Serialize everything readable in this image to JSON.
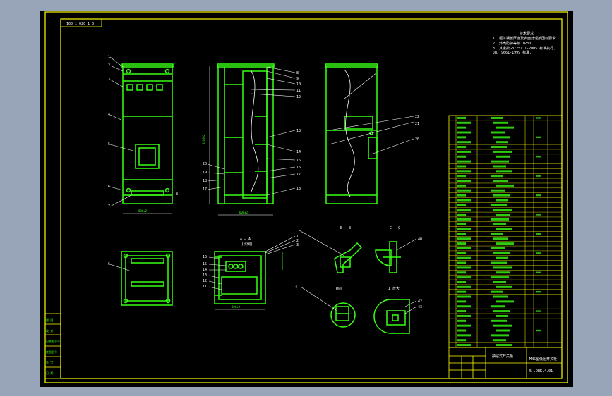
{
  "drawing": {
    "id_tag": "100 1 020 1 0",
    "tech_notes": {
      "title": "技术要求",
      "lines": [
        "1. 柜体钢板厚度及表面处理按国标要求",
        "2. 外壳防护等级 IP30",
        "3. 其余按GB7251.1-2005 标准执行,",
        "   JB/T9661-1999 标准."
      ]
    },
    "section_labels": {
      "aa": "A — A",
      "aa_sub": "(比例)",
      "bb": "B — B",
      "cc": "C — C",
      "d": "D向",
      "i": "I 放大"
    },
    "dims": {
      "front_width": "800±2",
      "side_width": "600±2",
      "side_height": "2200±2",
      "plan_width": "800±2"
    },
    "title_block": {
      "drawing_name": "抽屉式开关柜",
      "project": "MNS型低压开关柜",
      "number": "5 .DBK.4.01"
    },
    "left_strip": [
      "描 图",
      "校 对",
      "旧底图总号",
      "底图总号",
      "签 字",
      "日 期"
    ],
    "bom_rows": 48
  }
}
